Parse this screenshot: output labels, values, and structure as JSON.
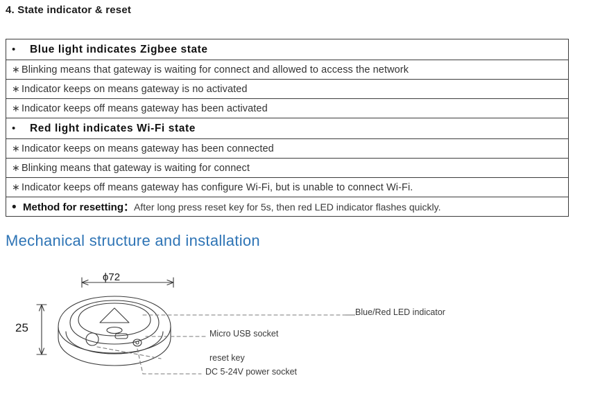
{
  "section": {
    "heading": "4. State indicator & reset"
  },
  "table": {
    "rows": [
      {
        "type": "header",
        "bullet": "•",
        "text": "Blue light  indicates  Zigbee state"
      },
      {
        "type": "item",
        "marker": "∗",
        "text": "Blinking means that gateway is waiting for connect and allowed to access the network"
      },
      {
        "type": "item",
        "marker": "∗",
        "text": "Indicator keeps on means gateway is no activated"
      },
      {
        "type": "item",
        "marker": "∗",
        "text": "Indicator keeps off means gateway has been activated"
      },
      {
        "type": "header",
        "bullet": "•",
        "text": "Red light indicates Wi-Fi state"
      },
      {
        "type": "item",
        "marker": "∗",
        "text": "Indicator keeps on means gateway has been connected"
      },
      {
        "type": "item",
        "marker": "∗",
        "text": "Blinking means that gateway is waiting for connect"
      },
      {
        "type": "item",
        "marker": "∗",
        "text": "Indicator keeps off means gateway has configure Wi-Fi, but is unable to connect Wi-Fi."
      }
    ],
    "reset_row": {
      "bullet": "•",
      "label": "Method for resetting：",
      "body": "After long press reset key for 5s, then red LED indicator flashes quickly."
    }
  },
  "mechanical": {
    "heading": "Mechanical structure and installation",
    "dimensions": {
      "diameter": "ϕ72",
      "height": "25"
    },
    "callouts": [
      {
        "text": "Blue/Red LED indicator"
      },
      {
        "text": "Micro USB socket"
      },
      {
        "text": "reset key"
      },
      {
        "text": "DC 5-24V power socket"
      }
    ]
  }
}
